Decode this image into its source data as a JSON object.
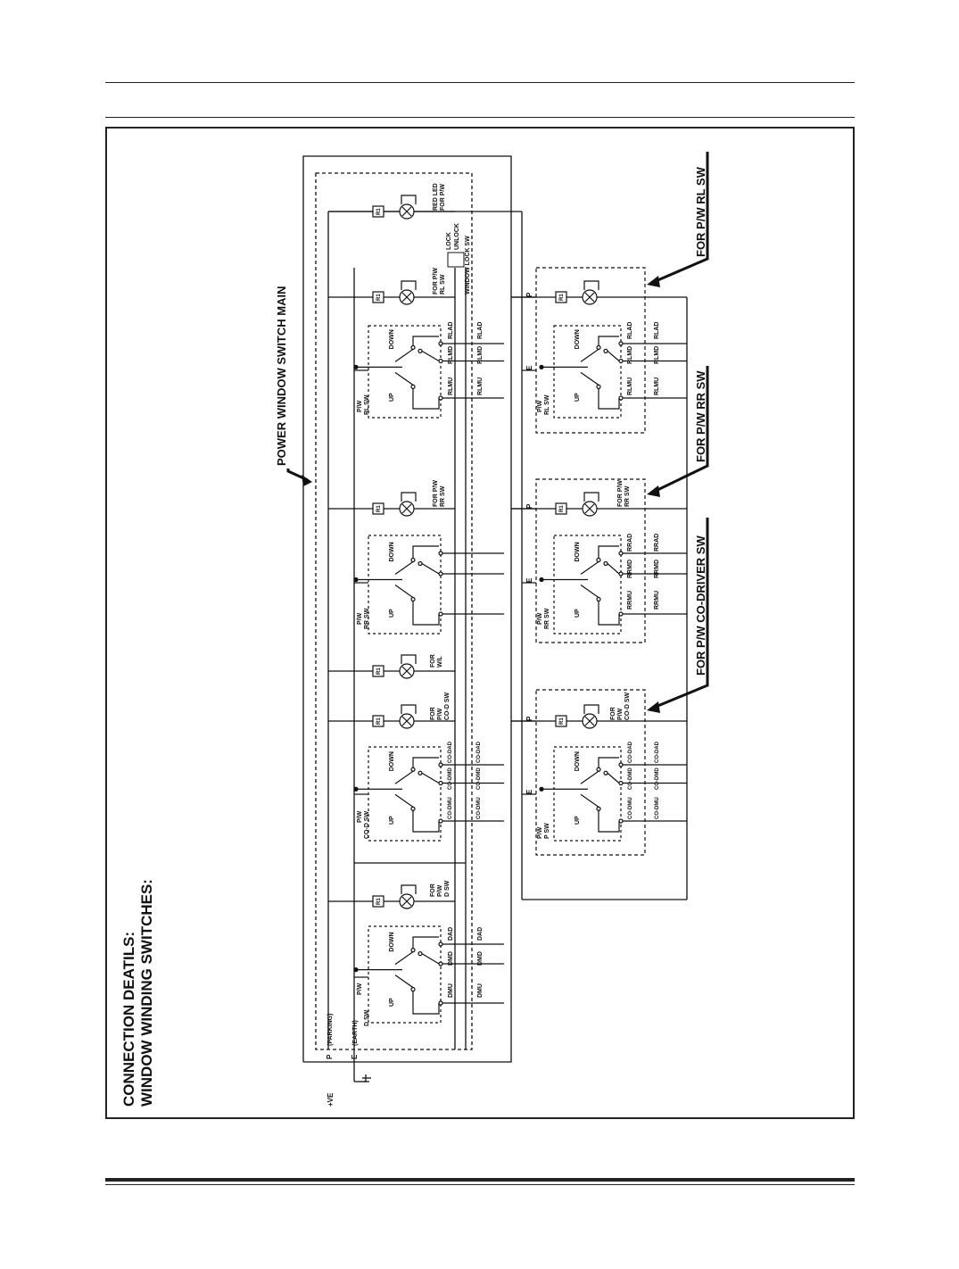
{
  "heading": {
    "line1": "CONNECTION DEATILS:",
    "line2": "WINDOW WINDING SWITCHES:"
  },
  "callouts": {
    "main": "POWER WINDOW SWITCH MAIN",
    "rl": "FOR P/W RL SW",
    "rr": "FOR P/W RR SW",
    "cod": "FOR P/W CO-DRIVER SW"
  },
  "supply": {
    "ve": "+VE",
    "p": "P",
    "parking": "(PARKING)",
    "e": "E",
    "earth": "(EARTH)"
  },
  "common": {
    "r1": "R1",
    "up": "UP",
    "down": "DOWN",
    "p": "P",
    "e": "E"
  },
  "main_switch": {
    "d": {
      "name1": "P/W",
      "name2": "D SW",
      "lamp": [
        "FOR",
        "P/W",
        "D SW"
      ],
      "terms": [
        "DMU",
        "DMD",
        "DAD"
      ]
    },
    "cod": {
      "name1": "P/W",
      "name2": "CO-D SW",
      "lamp": [
        "FOR",
        "P/W",
        "CO-D SW"
      ],
      "terms": [
        "CO-DMU",
        "CO-DMD",
        "CO-DAD"
      ]
    },
    "wl": {
      "lamp": [
        "FOR",
        "W/L"
      ]
    },
    "rr": {
      "name1": "P/W",
      "name2": "RR SW",
      "lamp": [
        "FOR P/W",
        "RR SW"
      ]
    },
    "rl": {
      "name1": "P/W",
      "name2": "RL SW",
      "lamp": [
        "FOR P/W",
        "RL SW"
      ],
      "terms": [
        "RLMU",
        "RLMD",
        "RLAD"
      ]
    },
    "led": [
      "RED LED",
      "FOR P/W"
    ],
    "lock": {
      "lock": "LOCK",
      "unlock": "UNLOCK",
      "name": "WINDOW LOCK SW"
    }
  },
  "wire_labels": {
    "d": [
      "DMU",
      "DMD",
      "DAD"
    ],
    "cod": [
      "CO-DMU",
      "CO-DMD",
      "CO-DAD"
    ],
    "rl": [
      "RLMU",
      "RLMD",
      "RLAD"
    ]
  },
  "sub_switches": {
    "cod": {
      "name1": "P/W",
      "name2": "P SW",
      "lamp": [
        "FOR",
        "P/W",
        "CO-D SW"
      ],
      "terms": [
        "CO-DMU",
        "CO-DMD",
        "CO-DAD"
      ],
      "wires": [
        "CO-DMU",
        "CO-DMD",
        "CO-DAD"
      ]
    },
    "rr": {
      "name1": "P/W",
      "name2": "RR SW",
      "lamp": [
        "FOR P/W",
        "RR SW"
      ],
      "terms": [
        "RRMU",
        "RRMD",
        "RRAD"
      ],
      "wires": [
        "RRMU",
        "RRMD",
        "RRAD"
      ]
    },
    "rl": {
      "name1": "P/W",
      "name2": "RL SW",
      "terms": [
        "RLMU",
        "RLMD",
        "RLAD"
      ],
      "wires": [
        "RLMU",
        "RLMD",
        "RLAD"
      ]
    }
  }
}
